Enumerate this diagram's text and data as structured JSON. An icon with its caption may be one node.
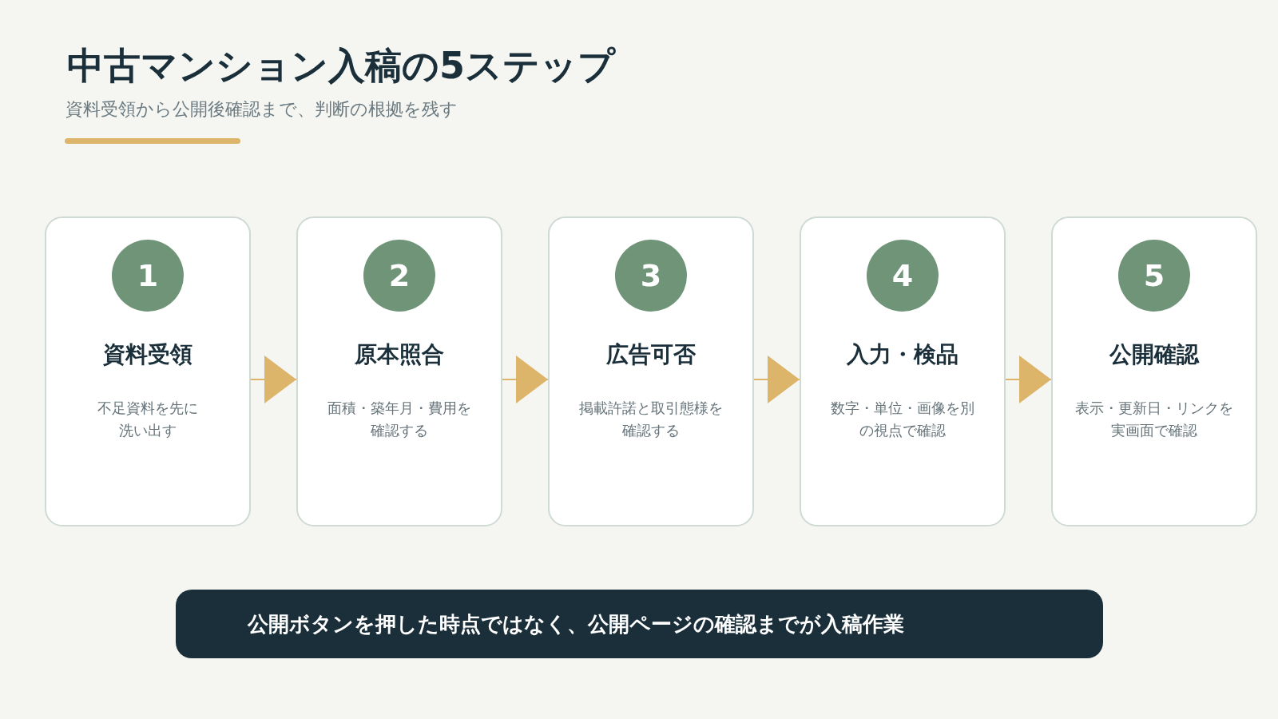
{
  "diagram": {
    "title": "中古マンション入稿の5ステップ",
    "nodes": [
      {
        "text": [
          "1",
          "資料受領",
          "不足資料を先に洗い出す"
        ]
      },
      {
        "text": [
          "2",
          "原本照合",
          "面積・築年月・費用を確認する"
        ]
      },
      {
        "text": [
          "3",
          "広告可否",
          "掲載許諾と取引態様を確認する"
        ]
      },
      {
        "text": [
          "4",
          "入力・検品",
          "数字・単位・画像を別の視点で確認"
        ]
      },
      {
        "text": [
          "5",
          "公開確認",
          "表示・更新日・リンクを実画面で確認"
        ]
      },
      {
        "text": [
          "公開ボタンを押した時点ではなく、公開ページの確認までが入稿作業"
        ]
      }
    ],
    "edges": [
      {
        "from": 0,
        "to": 1,
        "arrow": "to"
      },
      {
        "from": 1,
        "to": 2,
        "arrow": "to"
      },
      {
        "from": 2,
        "to": 3,
        "arrow": "to"
      },
      {
        "from": 3,
        "to": 4,
        "arrow": "to"
      }
    ],
    "labels": [
      "資料受領から公開後確認まで、判断の根拠を残す"
    ]
  }
}
